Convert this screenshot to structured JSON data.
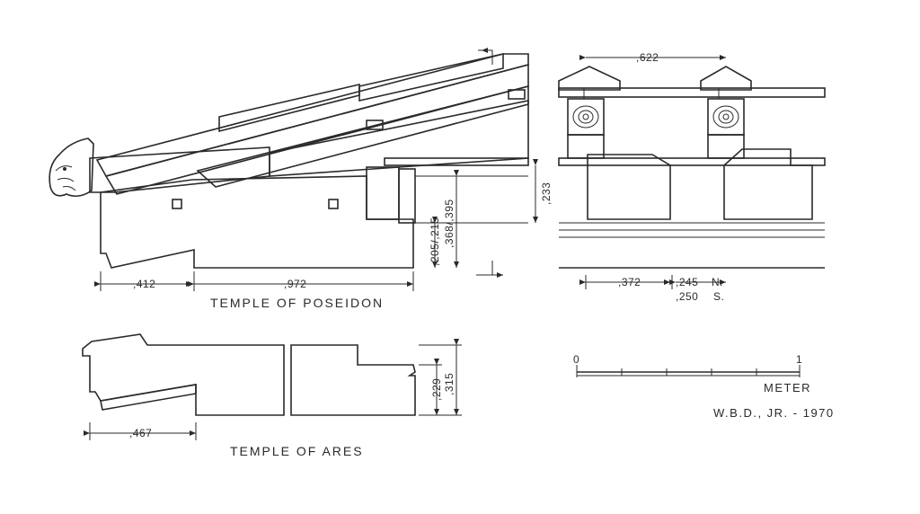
{
  "captions": {
    "poseidon": "TEMPLE OF POSEIDON",
    "ares": "TEMPLE OF ARES",
    "scale_unit": "METER",
    "author": "W.B.D., JR. - 1970"
  },
  "scale": {
    "start": "0",
    "end": "1"
  },
  "dimensions": {
    "p_width_a": ",412",
    "p_width_b": ",972",
    "p_height_a": ",205/,215",
    "p_height_b": ",368/,395",
    "p_height_c": ",233",
    "tile_span": ",622",
    "r_width_a": ",372",
    "r_width_b": ",245",
    "r_width_c": ",250",
    "r_note_n": "N.",
    "r_note_s": "S.",
    "a_width": ",467",
    "a_height_a": ",229",
    "a_height_b": ",315"
  },
  "colors": {
    "ink": "#2a2a2a",
    "paper": "#ffffff"
  }
}
